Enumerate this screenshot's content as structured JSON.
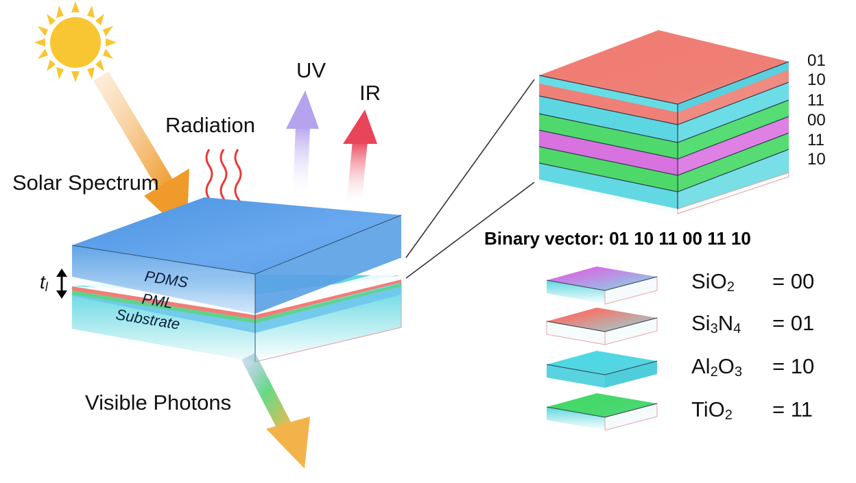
{
  "labels": {
    "solar_spectrum": "Solar Spectrum",
    "radiation": "Radiation",
    "uv": "UV",
    "ir": "IR",
    "visible_photons": "Visible Photons",
    "thickness_symbol": "t",
    "thickness_subscript": "l"
  },
  "layers": {
    "pdms": "PDMS",
    "pml": "PML",
    "substrate": "Substrate"
  },
  "stack_codes": [
    "01",
    "10",
    "11",
    "00",
    "11",
    "10"
  ],
  "binary_vector": "Binary vector: 01 10 11 00 11 10",
  "legend": [
    {
      "m1": "SiO",
      "s1": "2",
      "m2": "",
      "s2": "",
      "code": "= 00",
      "color_a": "#d86ae0",
      "color_b": "#70e4e4"
    },
    {
      "m1": "Si",
      "s1": "3",
      "m2": "N",
      "s2": "4",
      "code": "= 01",
      "color_a": "#ee7a72",
      "color_b": "#70e0e0"
    },
    {
      "m1": "Al",
      "s1": "2",
      "m2": "O",
      "s2": "3",
      "code": "= 10",
      "color_a": "#48dbe6",
      "color_b": "#5ed8e2"
    },
    {
      "m1": "TiO",
      "s1": "2",
      "m2": "",
      "s2": "",
      "code": "= 11",
      "color_a": "#3fd95e",
      "color_b": "#55dd88"
    }
  ],
  "colors": {
    "sun": "#f9c633",
    "solar_arrow": "#f0a132",
    "uv_arrow": "#b9a9ef",
    "ir_arrow": "#ea5a6a",
    "radiation_wave": "#e83a3a",
    "pdms": "#5aa0e6",
    "substrate": "#5fd7e0"
  }
}
